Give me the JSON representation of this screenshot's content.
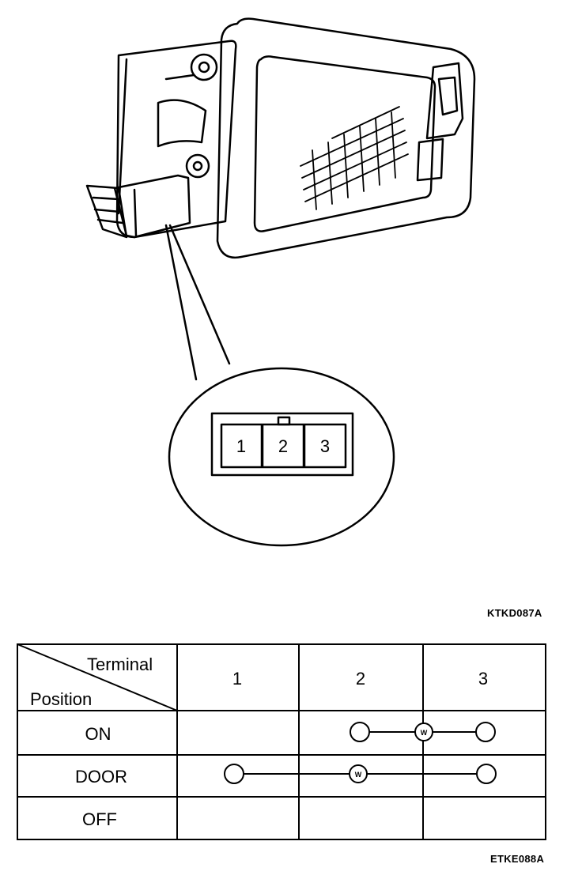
{
  "figure": {
    "connector_pins": [
      "1",
      "2",
      "3"
    ],
    "code_top": "KTKD087A",
    "code_bottom": "ETKE088A"
  },
  "table": {
    "header_terminal": "Terminal",
    "header_position": "Position",
    "terminals": [
      "1",
      "2",
      "3"
    ],
    "rows": [
      {
        "position": "ON",
        "connections": [
          "2",
          "3"
        ],
        "bulb_between": [
          "2",
          "3"
        ]
      },
      {
        "position": "DOOR",
        "connections": [
          "1",
          "3"
        ],
        "bulb_between": [
          "1",
          "3"
        ]
      },
      {
        "position": "OFF",
        "connections": [],
        "bulb_between": []
      }
    ],
    "bulb_symbol": "W"
  }
}
